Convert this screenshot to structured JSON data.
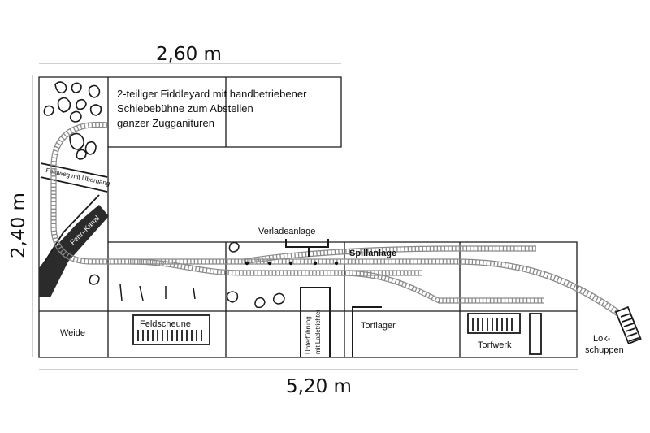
{
  "dimensions": {
    "top_width": "2,60 m",
    "left_height": "2,40 m",
    "bottom_width": "5,20 m"
  },
  "labels": {
    "fiddleyard_line1": "2-teiliger Fiddleyard mit handbetriebener",
    "fiddleyard_line2": "Schiebebühne zum Abstellen",
    "fiddleyard_line3": "ganzer Zugganituren",
    "feldweg": "Feldweg mit Übergang",
    "fehn_kanal": "Fehn-Kanal",
    "verladeanlage": "Verladeanlage",
    "spillanlage": "Spillanlage",
    "weide": "Weide",
    "feldscheune": "Feldscheune",
    "unterfuehrung_line1": "Unterführung",
    "unterfuehrung_line2": "mit Ladetrichter",
    "torflager": "Torflager",
    "torfwerk": "Torfwerk",
    "lokschuppen_line1": "Lok-",
    "lokschuppen_line2": "schuppen"
  },
  "colors": {
    "line": "#1a1a1a",
    "track": "#8a8a8a",
    "water": "#2b2b2b",
    "dimension_line": "#b5b5b5"
  }
}
